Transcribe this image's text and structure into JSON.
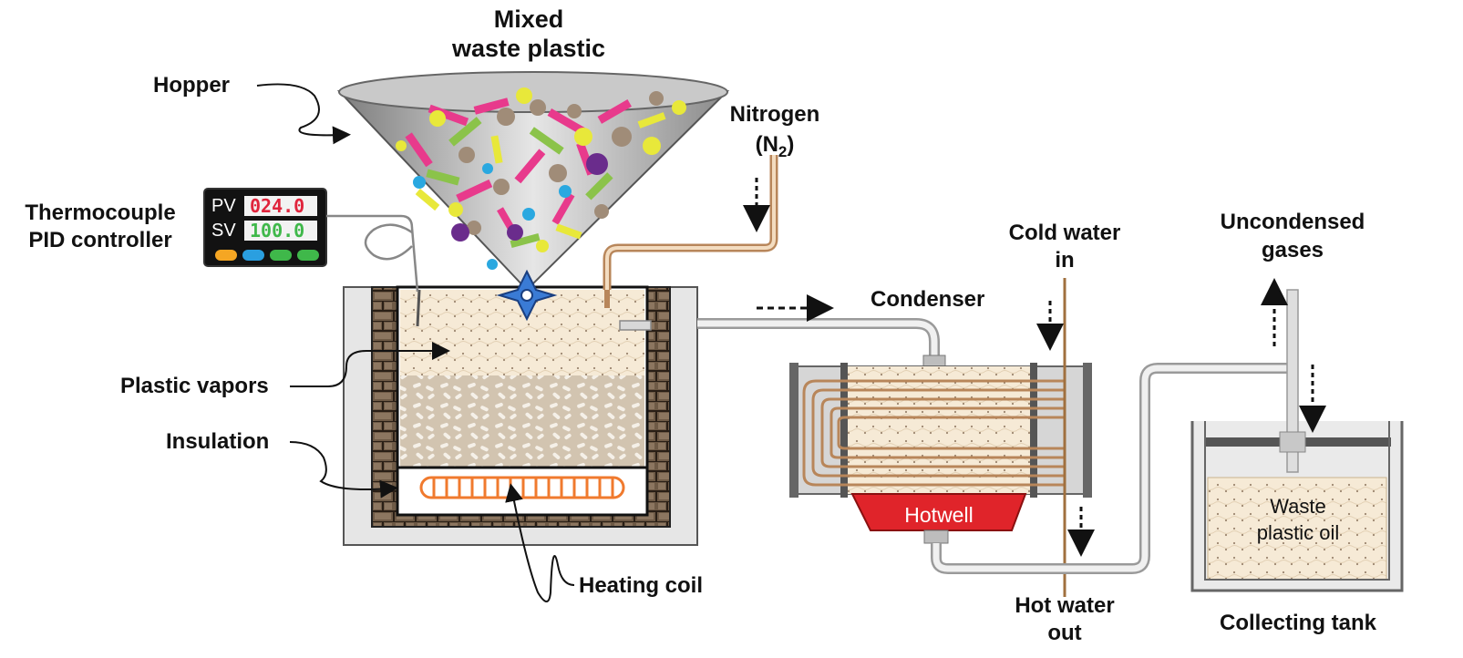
{
  "labels": {
    "title_line1": "Mixed",
    "title_line2": "waste plastic",
    "hopper": "Hopper",
    "nitrogen_line1": "Nitrogen",
    "nitrogen_line2_pre": "(N",
    "nitrogen_sub": "2",
    "nitrogen_line2_post": ")",
    "thermocouple_line1": "Thermocouple",
    "thermocouple_line2": "PID controller",
    "plastic_vapors": "Plastic vapors",
    "insulation": "Insulation",
    "heating_coil": "Heating coil",
    "condenser": "Condenser",
    "cold_water_line1": "Cold water",
    "cold_water_line2": "in",
    "uncondensed_line1": "Uncondensed",
    "uncondensed_line2": "gases",
    "hotwell": "Hotwell",
    "hot_water_line1": "Hot water",
    "hot_water_line2": "out",
    "oil_line1": "Waste",
    "oil_line2": "plastic oil",
    "collecting_tank": "Collecting tank"
  },
  "pid": {
    "pv_label": "PV",
    "pv_value": "024.0",
    "sv_label": "SV",
    "sv_value": "100.0"
  },
  "colors": {
    "pv_display": "#e0243c",
    "sv_display": "#3fb84a",
    "hotwell": "#e0242a",
    "coil": "#f07a2e",
    "pipe_copper": "#b8865a",
    "vapor_fill": "#f6ead6",
    "plastic_pink": "#e83a8c",
    "plastic_yellow": "#e8e83a",
    "plastic_green": "#8bc34a",
    "plastic_brown": "#a08c78",
    "plastic_blue": "#2aa8e0",
    "plastic_purple": "#6a2c8c"
  }
}
